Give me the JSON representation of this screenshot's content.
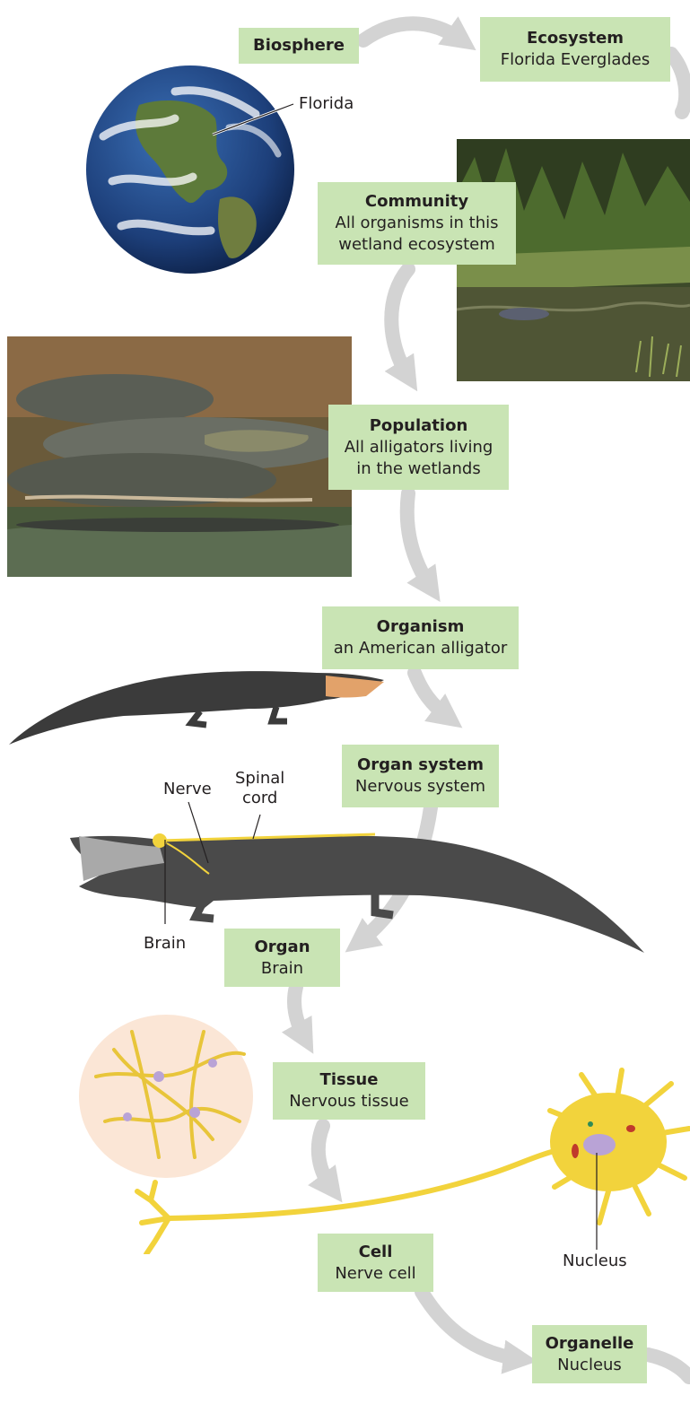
{
  "levels": {
    "biosphere": {
      "title": "Biosphere",
      "lines": []
    },
    "ecosystem": {
      "title": "Ecosystem",
      "lines": [
        "Florida Everglades"
      ]
    },
    "community": {
      "title": "Community",
      "lines": [
        "All organisms in this",
        "wetland ecosystem"
      ]
    },
    "population": {
      "title": "Population",
      "lines": [
        "All alligators living",
        "in the wetlands"
      ]
    },
    "organism": {
      "title": "Organism",
      "lines": [
        "an American alligator"
      ]
    },
    "organ_system": {
      "title": "Organ system",
      "lines": [
        "Nervous system"
      ]
    },
    "organ": {
      "title": "Organ",
      "lines": [
        "Brain"
      ]
    },
    "tissue": {
      "title": "Tissue",
      "lines": [
        "Nervous tissue"
      ]
    },
    "cell": {
      "title": "Cell",
      "lines": [
        "Nerve cell"
      ]
    },
    "organelle": {
      "title": "Organelle",
      "lines": [
        "Nucleus"
      ]
    }
  },
  "callouts": {
    "florida": "Florida",
    "nerve": "Nerve",
    "spinal_cord": [
      "Spinal",
      "cord"
    ],
    "brain": "Brain",
    "nucleus": "Nucleus"
  },
  "colors": {
    "label_bg": "#c9e4b4",
    "arrow": "#d3d3d3",
    "nerve_yellow": "#f2d33c",
    "alligator": "#3b3b3b"
  }
}
